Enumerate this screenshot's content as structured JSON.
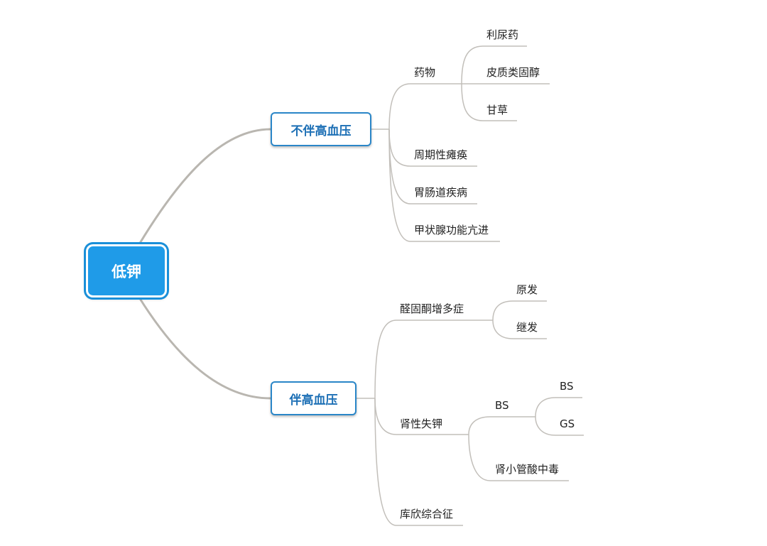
{
  "root": {
    "label": "低钾"
  },
  "branch_no_hypertension": {
    "label": "不伴高血压",
    "drugs": {
      "label": "药物",
      "items": [
        "利尿药",
        "皮质类固醇",
        "甘草"
      ]
    },
    "periodic_paralysis": "周期性瘫痪",
    "gi_disease": "胃肠道疾病",
    "hyperthyroidism": "甲状腺功能亢进"
  },
  "branch_hypertension": {
    "label": "伴高血压",
    "aldosteronism": {
      "label": "醛固酮增多症",
      "items": [
        "原发",
        "继发"
      ]
    },
    "renal_loss": {
      "label": "肾性失钾",
      "bs": {
        "label": "BS",
        "items": [
          "BS",
          "GS"
        ]
      },
      "rta": "肾小管酸中毒"
    },
    "cushing": "库欣综合征"
  },
  "colors": {
    "root_fill": "#1f9be8",
    "node_border": "#2a86c8",
    "node_text": "#1c6fb5",
    "connector": "#b9b6b0"
  }
}
